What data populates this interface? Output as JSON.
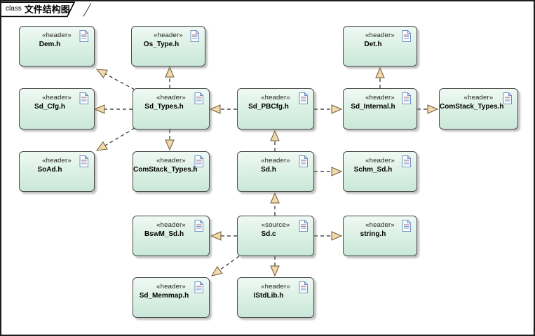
{
  "frame": {
    "keyword": "class",
    "title": "文件结构图"
  },
  "colors": {
    "node_fill_top": "#eff9f4",
    "node_fill_bottom": "#c9e8d9",
    "node_border": "#4a4a4a",
    "arrowhead_fill": "#f2d9ab",
    "arrowhead_border": "#6b5a33",
    "edge_line": "#2b2b2b",
    "doc_icon_blue": "#7590c2"
  },
  "nodes": [
    {
      "stereotype": "«header»",
      "name": "Dem.h"
    },
    {
      "stereotype": "«header»",
      "name": "Os_Type.h"
    },
    {
      "stereotype": "«header»",
      "name": "Det.h"
    },
    {
      "stereotype": "«header»",
      "name": "Sd_Cfg.h"
    },
    {
      "stereotype": "«header»",
      "name": "Sd_Types.h"
    },
    {
      "stereotype": "«header»",
      "name": "Sd_PBCfg.h"
    },
    {
      "stereotype": "«header»",
      "name": "Sd_Internal.h"
    },
    {
      "stereotype": "«header»",
      "name": "ComStack_Types.h"
    },
    {
      "stereotype": "«header»",
      "name": "SoAd.h"
    },
    {
      "stereotype": "«header»",
      "name": "ComStack_Types.h"
    },
    {
      "stereotype": "«header»",
      "name": "Sd.h"
    },
    {
      "stereotype": "«header»",
      "name": "Schm_Sd.h"
    },
    {
      "stereotype": "«header»",
      "name": "BswM_Sd.h"
    },
    {
      "stereotype": "«source»",
      "name": "Sd.c"
    },
    {
      "stereotype": "«header»",
      "name": "string.h"
    },
    {
      "stereotype": "«header»",
      "name": "Sd_Memmap.h"
    },
    {
      "stereotype": "«header»",
      "name": "IStdLib.h"
    }
  ],
  "edges": [
    {
      "from": "Sd_Types.h",
      "to": "Dem.h",
      "style": "dashed-dependency"
    },
    {
      "from": "Sd_Types.h",
      "to": "Os_Type.h",
      "style": "dashed-dependency"
    },
    {
      "from": "Sd_Types.h",
      "to": "Sd_Cfg.h",
      "style": "dashed-dependency"
    },
    {
      "from": "Sd_PBCfg.h",
      "to": "Sd_Types.h",
      "style": "dashed-dependency"
    },
    {
      "from": "Sd_Types.h",
      "to": "SoAd.h",
      "style": "dashed-dependency"
    },
    {
      "from": "Sd_Types.h",
      "to": "ComStack_Types.h",
      "style": "dashed-dependency"
    },
    {
      "from": "Sd_PBCfg.h",
      "to": "Sd_Internal.h",
      "style": "dashed-dependency"
    },
    {
      "from": "Sd_Internal.h",
      "to": "Det.h",
      "style": "dashed-dependency"
    },
    {
      "from": "Sd_Internal.h",
      "to": "ComStack_Types.h",
      "style": "dashed-dependency"
    },
    {
      "from": "Sd.h",
      "to": "Sd_PBCfg.h",
      "style": "dashed-dependency"
    },
    {
      "from": "Sd.h",
      "to": "Schm_Sd.h",
      "style": "dashed-dependency"
    },
    {
      "from": "Sd.c",
      "to": "Sd.h",
      "style": "dashed-dependency"
    },
    {
      "from": "Sd.c",
      "to": "BswM_Sd.h",
      "style": "dashed-dependency"
    },
    {
      "from": "Sd.c",
      "to": "string.h",
      "style": "dashed-dependency"
    },
    {
      "from": "Sd.c",
      "to": "Sd_Memmap.h",
      "style": "dashed-dependency"
    },
    {
      "from": "Sd.c",
      "to": "IStdLib.h",
      "style": "dashed-dependency"
    }
  ]
}
